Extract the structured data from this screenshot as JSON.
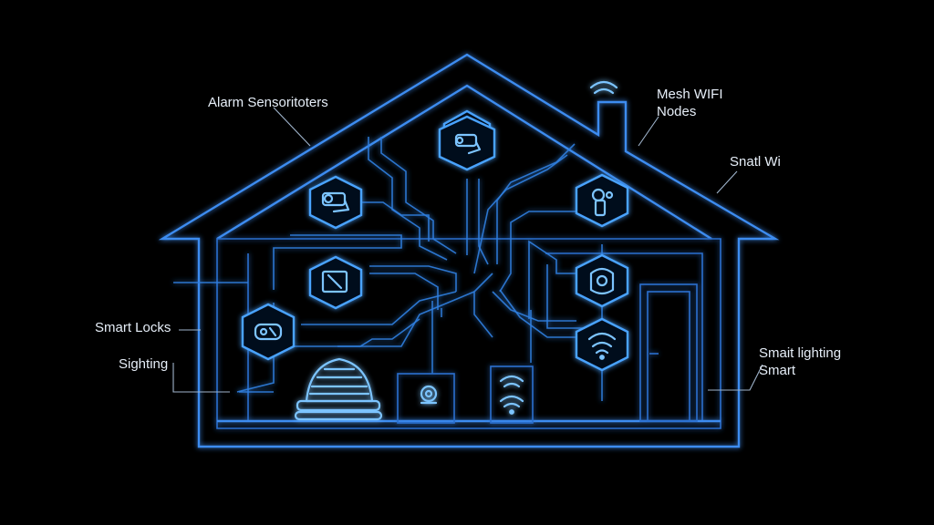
{
  "labels": {
    "alarm_sensors": "Alarm Sensoritoters",
    "mesh_wifi_line1": "Mesh WIFI",
    "mesh_wifi_line2": "Nodes",
    "smart_wifi": "Snatl Wi",
    "smart_locks": "Smart Locks",
    "sighting": "Sighting",
    "smart_lighting_line1": "Smait lighting",
    "smart_lighting_line2": "Smart"
  },
  "colors": {
    "background": "#000000",
    "neon_blue": "#3d8cf0",
    "icon_blue": "#7cc4ff",
    "label_text": "#e6eef8"
  },
  "icons": {
    "roof_top": "security-camera-icon",
    "upper_left": "security-camera-icon",
    "upper_right": "keyhole-lock-icon",
    "mid_left": "tablet-panel-icon",
    "lower_left": "smart-lock-icon",
    "mid_right": "doorbell-icon",
    "lower_right": "wifi-icon",
    "floor_center": "smart-speaker-icon",
    "floor_right": "wifi-router-icon"
  }
}
